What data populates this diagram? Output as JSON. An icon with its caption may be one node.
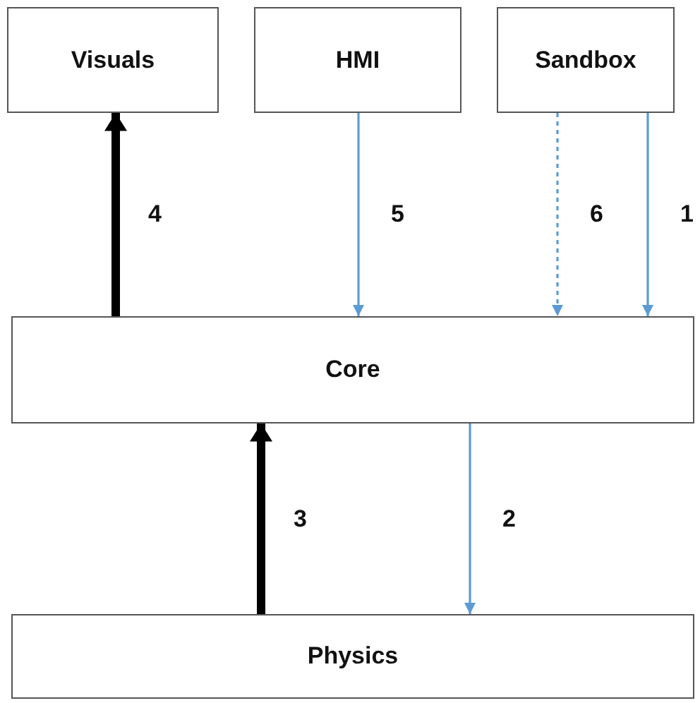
{
  "diagram": {
    "nodes": [
      {
        "text": [
          "Visuals"
        ]
      },
      {
        "text": [
          "HMI"
        ]
      },
      {
        "text": [
          "Sandbox"
        ]
      },
      {
        "text": [
          "Core"
        ]
      },
      {
        "text": [
          "Physics"
        ]
      }
    ],
    "edges": [
      {
        "from": 2,
        "to": 3,
        "arrow": "to",
        "label": "1"
      },
      {
        "from": 3,
        "to": 4,
        "arrow": "to",
        "label": "2"
      },
      {
        "from": 4,
        "to": 3,
        "arrow": "to",
        "label": "3",
        "style": "thick",
        "color": "#000000"
      },
      {
        "from": 3,
        "to": 0,
        "arrow": "to",
        "label": "4",
        "style": "thick",
        "color": "#000000"
      },
      {
        "from": 1,
        "to": 3,
        "arrow": "to",
        "label": "5"
      },
      {
        "from": 2,
        "to": 3,
        "arrow": "to",
        "label": "6",
        "style": "dashed"
      }
    ]
  }
}
